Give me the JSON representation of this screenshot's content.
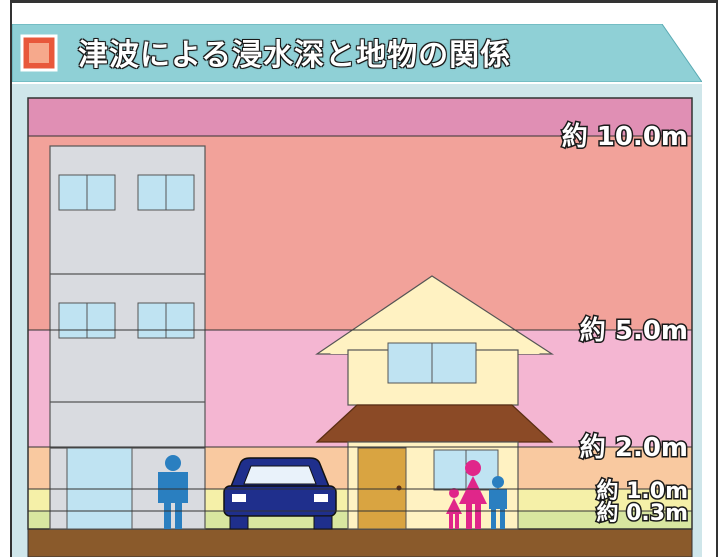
{
  "title": "津波による浸水深と地物の関係",
  "colors": {
    "banner": "#8fd0d6",
    "square": "#e8583b",
    "band_top": "#e08fb4",
    "band_10m": "#f2a29a",
    "band_5m": "#f4b6d2",
    "band_2m": "#f9c9a0",
    "band_1m": "#f5f0a8",
    "band_03m": "#d8e6a0",
    "ground": "#8a5a2b"
  },
  "levels": [
    {
      "label": "約 10.0m"
    },
    {
      "label": "約 5.0m"
    },
    {
      "label": "約 2.0m"
    },
    {
      "label": "約 1.0m"
    },
    {
      "label": "約 0.3m"
    }
  ]
}
